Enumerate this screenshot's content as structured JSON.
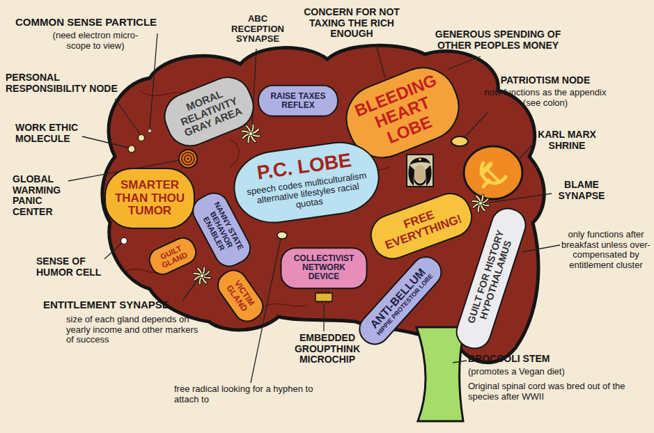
{
  "diagram": {
    "nodes": [
      {
        "text": [
          "MORAL RELATIVITY GRAY AREA"
        ]
      },
      {
        "text": [
          "RAISE TAXES REFLEX"
        ]
      },
      {
        "text": [
          "BLEEDING HEART LOBE"
        ]
      },
      {
        "text": [
          "SMARTER THAN THOU TUMOR"
        ]
      },
      {
        "text": [
          "P.C. LOBE",
          "speech codes multiculturalism alternative lifestyles racial quotas"
        ]
      },
      {
        "text": [
          "NANNY STATE BEHAVIOR ENABLER"
        ]
      },
      {
        "text": [
          "GUILT GLAND"
        ]
      },
      {
        "text": [
          "VICTIM GLAND"
        ]
      },
      {
        "text": [
          "COLLECTIVIST NETWORK DEVICE"
        ]
      },
      {
        "text": [
          "FREE EVERYTHING!"
        ]
      },
      {
        "text": [
          "ANTI-BELLUM",
          "HIPPIE PROTESTOR LOBE"
        ]
      },
      {
        "text": [
          "GUILT FOR HISTORY HYPOTHALAMUS"
        ]
      }
    ],
    "labels": [
      "COMMON SENSE PARTICLE",
      "(need electron micro-scope to view)",
      "PERSONAL RESPONSIBILITY NODE",
      "WORK ETHIC MOLECULE",
      "GLOBAL WARMING PANIC CENTER",
      "SENSE OF HUMOR CELL",
      "ENTITLEMENT SYNAPSE",
      "size of each gland depends on yearly income and other markers of success",
      "free radical looking for a hyphen to attach to",
      "EMBEDDED GROUPTHINK MICROCHIP",
      "ABC RECEPTION SYNAPSE",
      "CONCERN FOR NOT TAXING THE RICH ENOUGH",
      "GENEROUS SPENDING OF OTHER PEOPLES MONEY",
      "PATRIOTISM NODE",
      "now functions as the appendix (see colon)",
      "KARL MARX SHRINE",
      "BLAME SYNAPSE",
      "only functions after breakfast unless over-compensated by entitlement cluster",
      "BROCCOLI STEM",
      "(promotes a Vegan diet)",
      "Original spinal cord was bred out of the species after WWII"
    ]
  }
}
